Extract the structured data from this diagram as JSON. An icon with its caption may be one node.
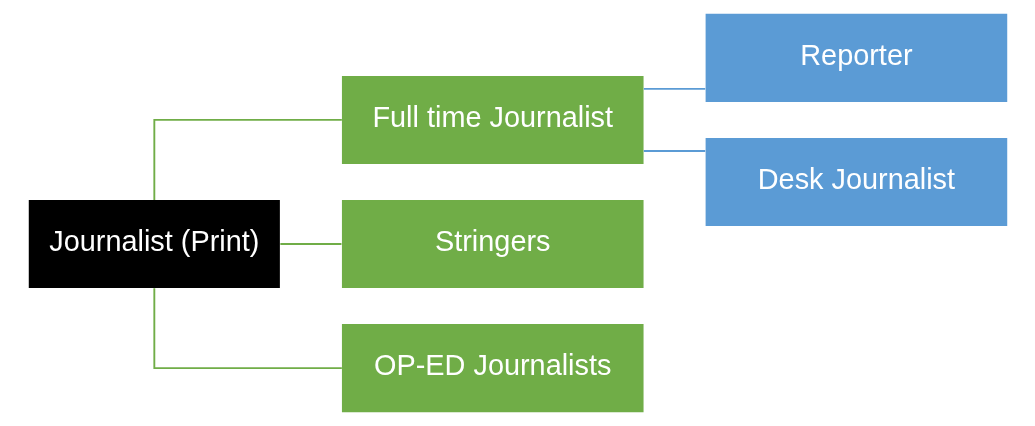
{
  "diagram": {
    "nodes": [
      {
        "text": [
          "Journalist (Print)"
        ]
      },
      {
        "text": [
          "Full time Journalist"
        ]
      },
      {
        "text": [
          "Stringers"
        ]
      },
      {
        "text": [
          "OP-ED Journalists"
        ]
      },
      {
        "text": [
          "Reporter"
        ]
      },
      {
        "text": [
          "Desk Journalist"
        ]
      }
    ],
    "edges": [
      {
        "from": 0,
        "to": 1,
        "arrow": "none"
      },
      {
        "from": 0,
        "to": 2,
        "arrow": "none"
      },
      {
        "from": 0,
        "to": 3,
        "arrow": "none"
      },
      {
        "from": 1,
        "to": 4,
        "arrow": "none",
        "color": "#5b9bd5"
      },
      {
        "from": 1,
        "to": 5,
        "arrow": "none",
        "color": "#5b9bd5"
      }
    ]
  }
}
